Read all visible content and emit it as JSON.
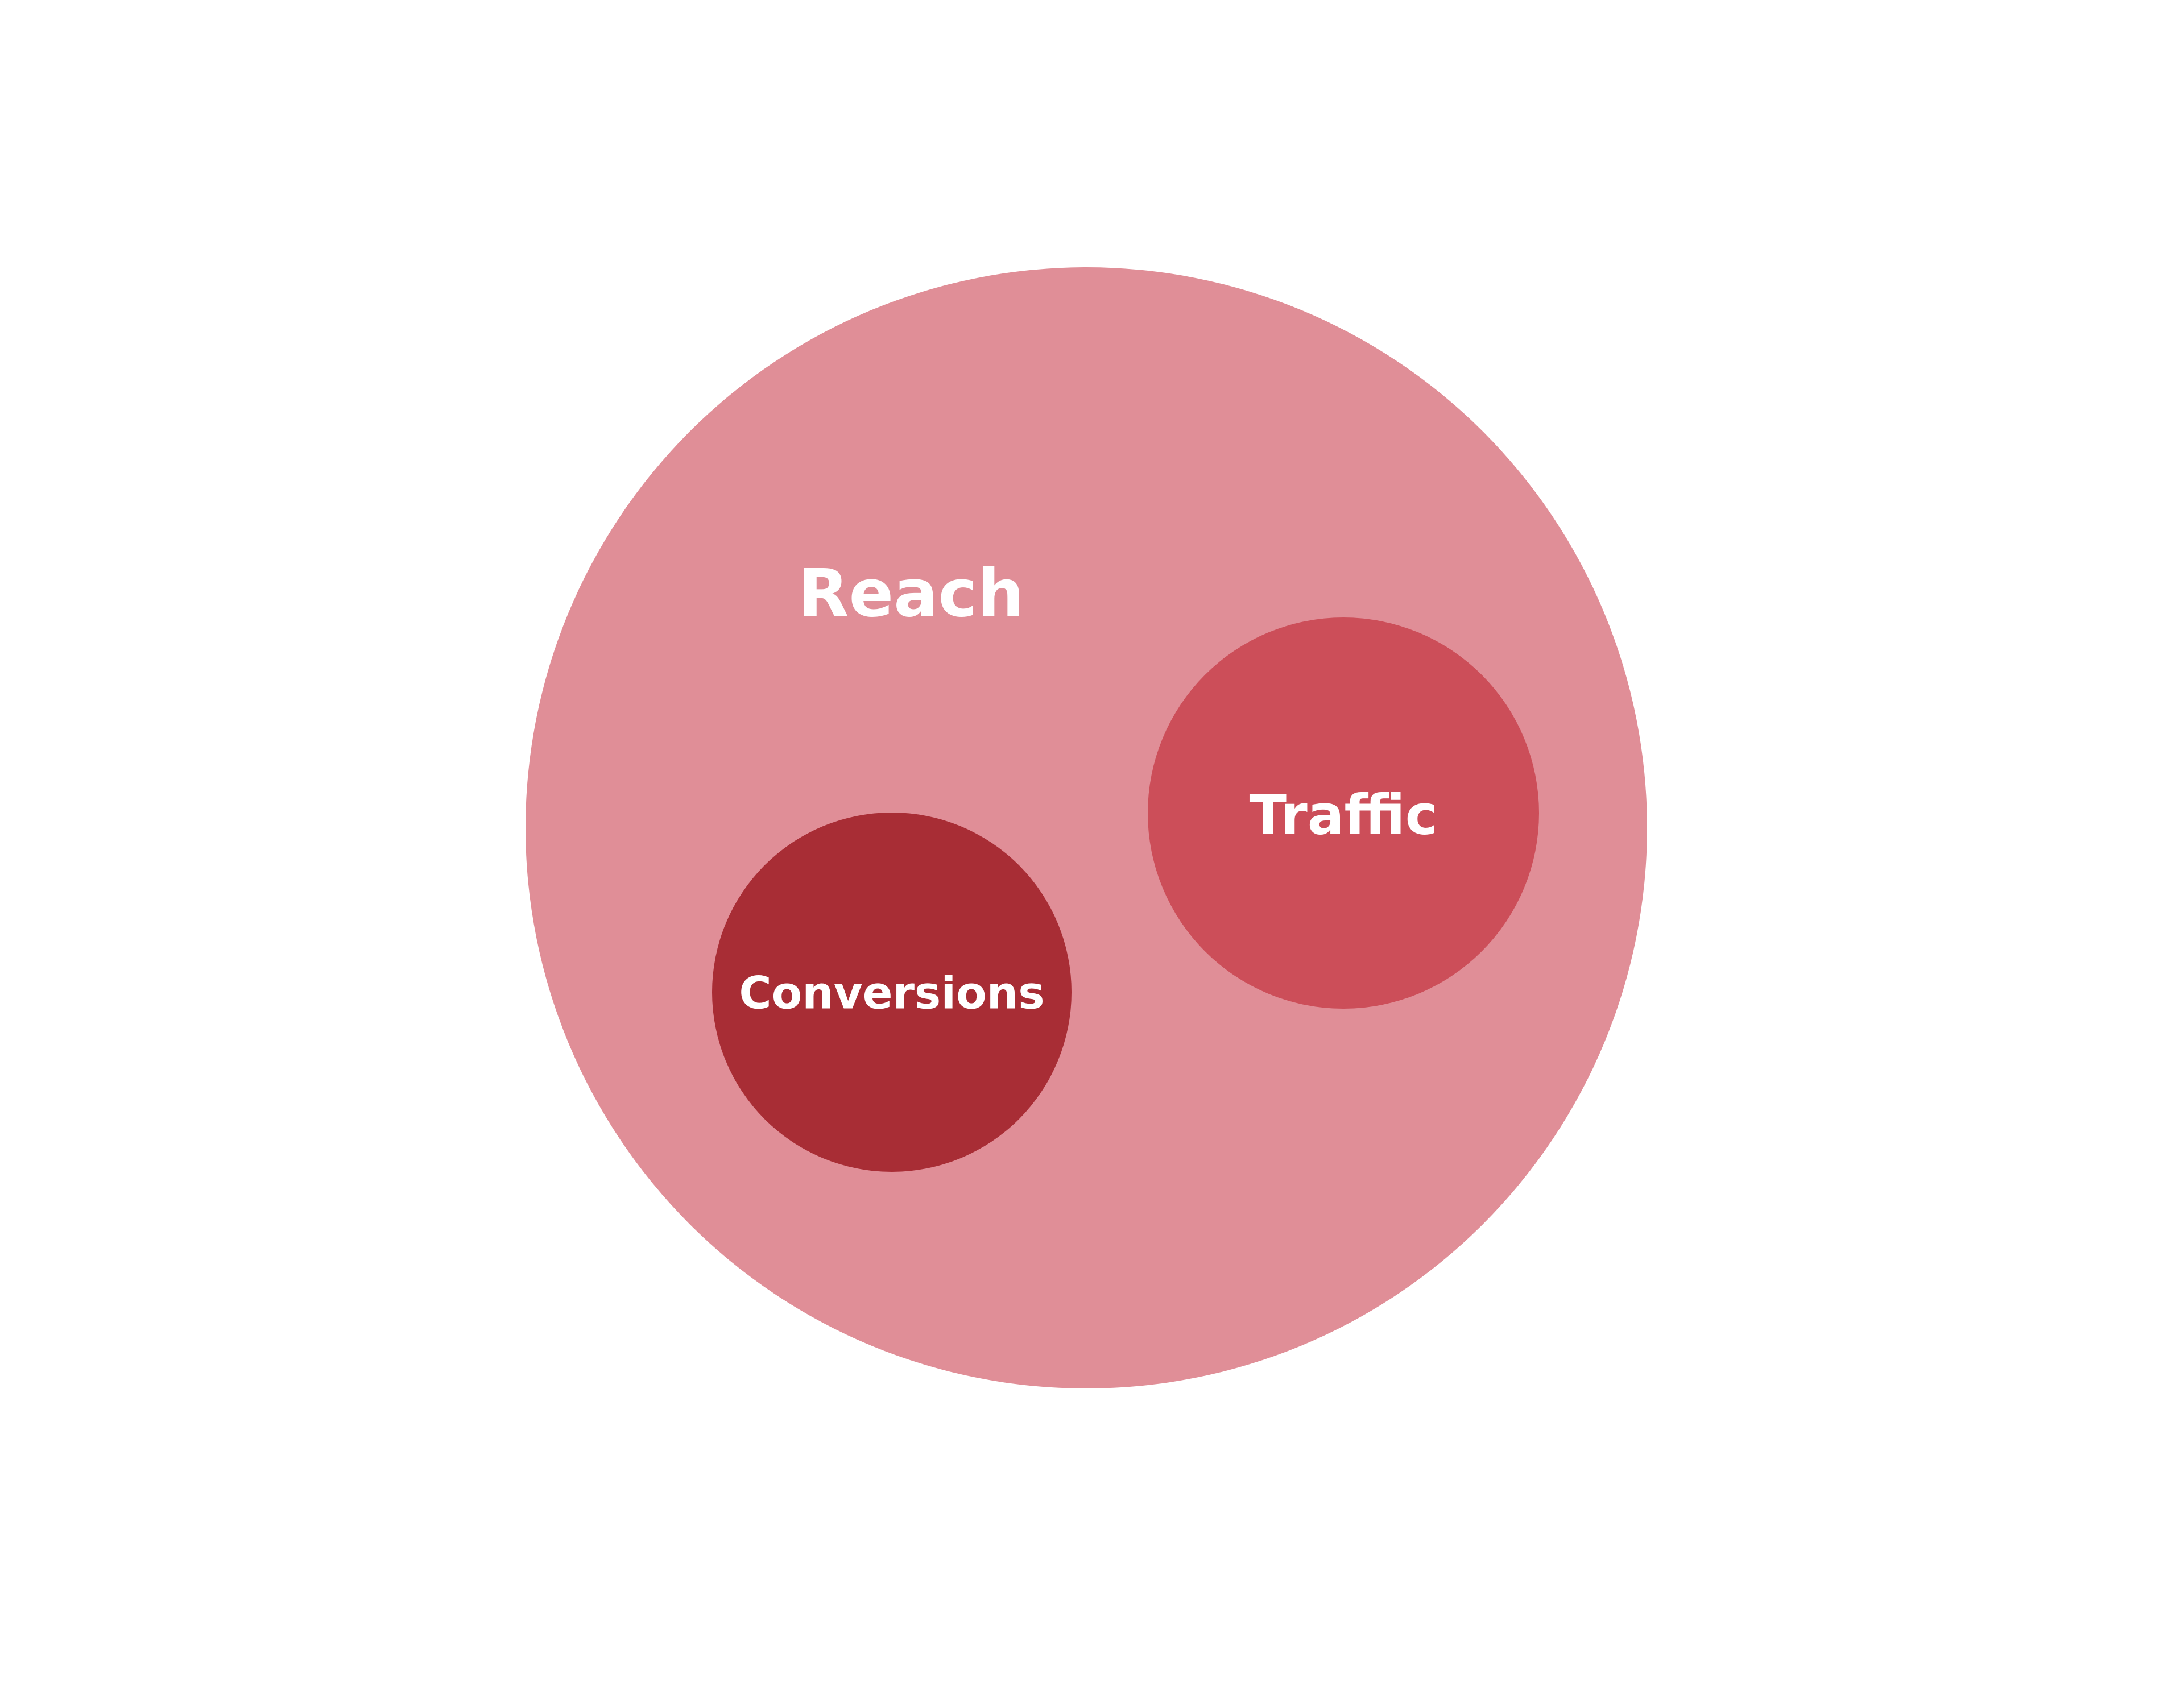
{
  "diagram": {
    "circles": {
      "reach": {
        "label": "Reach",
        "color": "#e08e97"
      },
      "traffic": {
        "label": "Traffic",
        "color": "#cc4e59"
      },
      "conversions": {
        "label": "Conversions",
        "color": "#a82d35"
      }
    },
    "label_color": "#ffffff",
    "background": "#ffffff"
  }
}
